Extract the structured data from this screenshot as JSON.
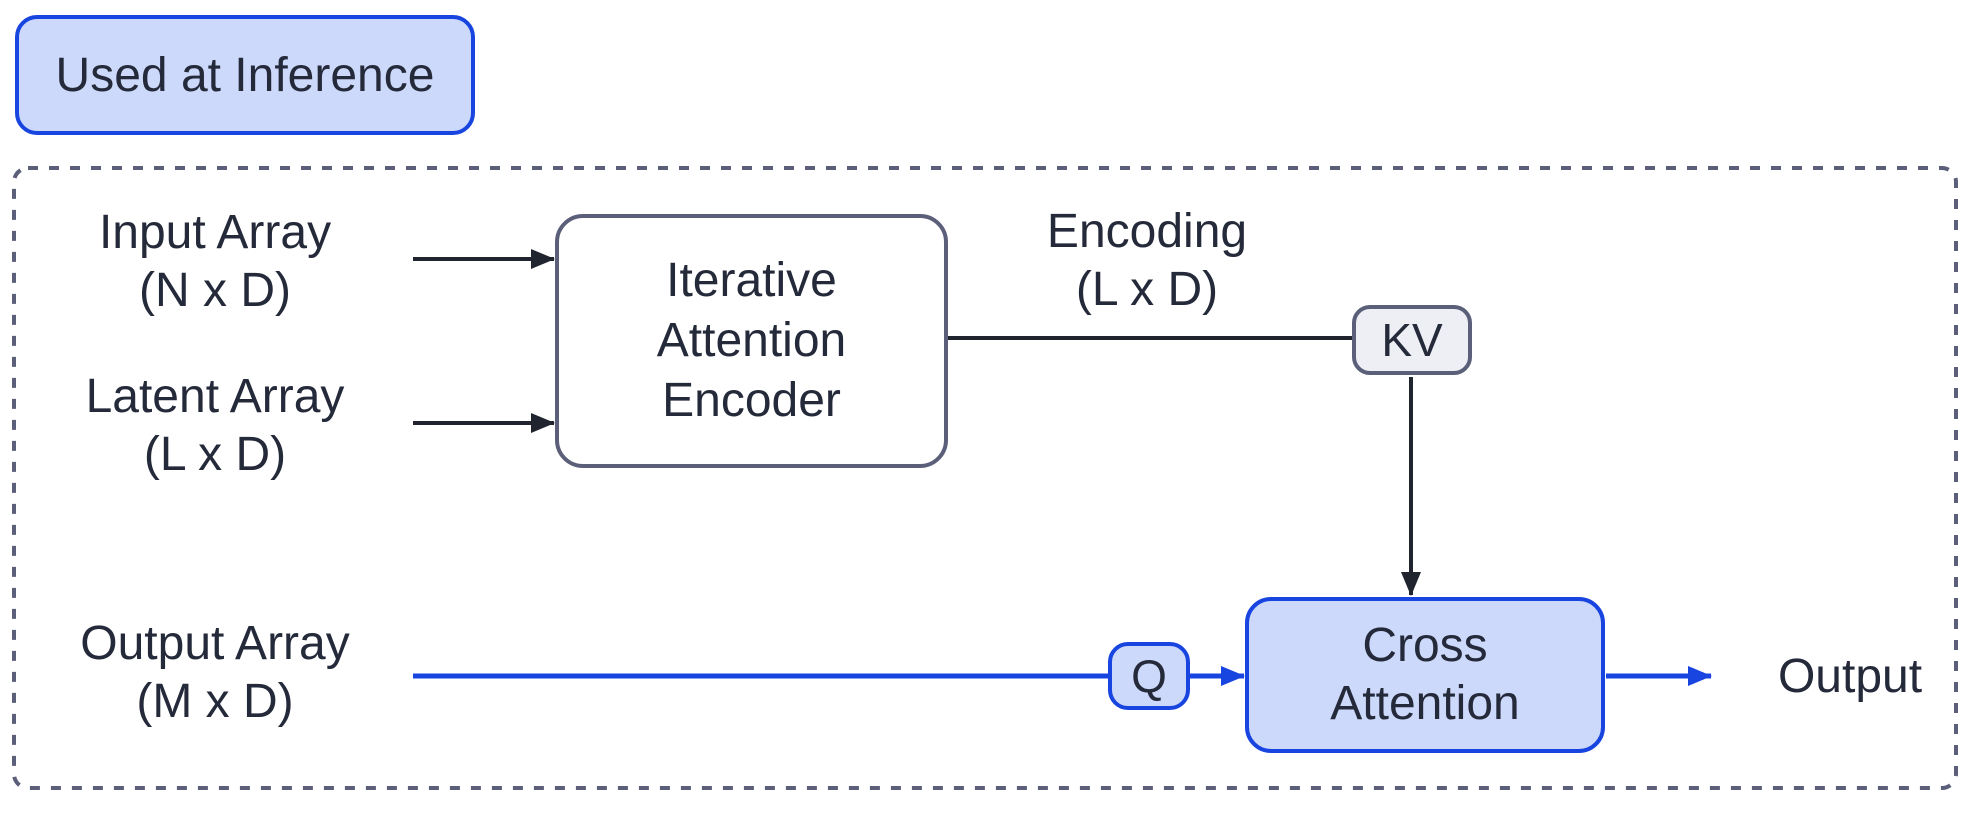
{
  "badge": {
    "label": "Used at Inference"
  },
  "nodes": {
    "input_array": {
      "line1": "Input Array",
      "line2": "(N x D)"
    },
    "latent_array": {
      "line1": "Latent Array",
      "line2": "(L x D)"
    },
    "encoder": {
      "line1": "Iterative",
      "line2": "Attention",
      "line3": "Encoder"
    },
    "encoding": {
      "line1": "Encoding",
      "line2": "(L x D)"
    },
    "kv": {
      "label": "KV"
    },
    "q": {
      "label": "Q"
    },
    "cross_attention": {
      "line1": "Cross",
      "line2": "Attention"
    },
    "output_array": {
      "line1": "Output Array",
      "line2": "(M x D)"
    },
    "output": {
      "label": "Output"
    }
  },
  "colors": {
    "accent_blue": "#1844e0",
    "node_fill_blue": "#ccd9fa",
    "kv_fill_gray": "#edeff5",
    "slate_border": "#5b5f79",
    "dark_text": "#242a3a",
    "black_wire": "#20242f",
    "background": "#ffffff"
  }
}
